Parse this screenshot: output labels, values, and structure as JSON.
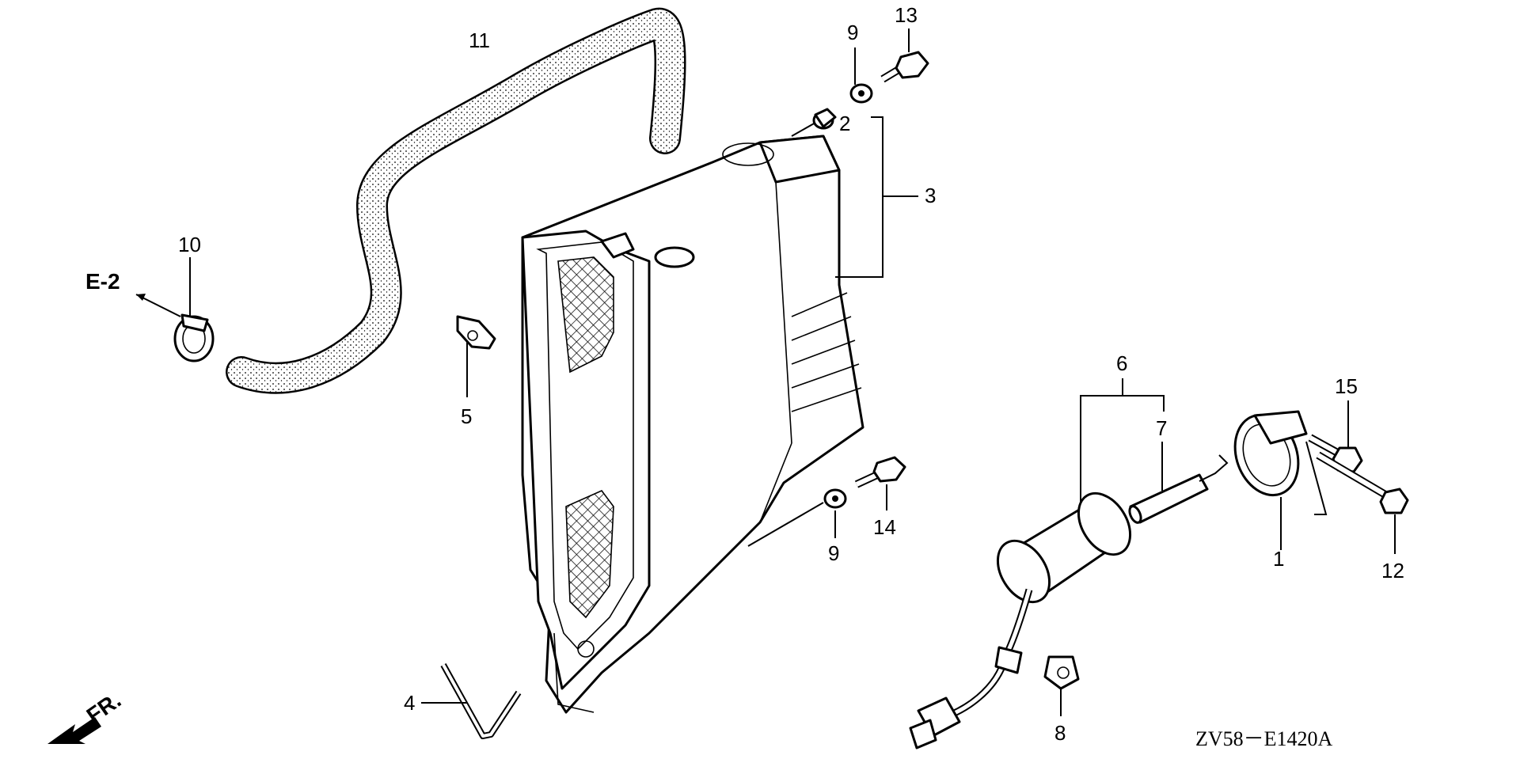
{
  "callouts": {
    "n1": "1",
    "n2": "2",
    "n3": "3",
    "n4": "4",
    "n5": "5",
    "n6": "6",
    "n7": "7",
    "n8": "8",
    "n9a": "9",
    "n9b": "9",
    "n10": "10",
    "n11": "11",
    "n12": "12",
    "n13": "13",
    "n14": "14",
    "n15": "15"
  },
  "reference": {
    "e2": "E-2",
    "front": "FR."
  },
  "diagram_code": "ZV58－E1420A"
}
